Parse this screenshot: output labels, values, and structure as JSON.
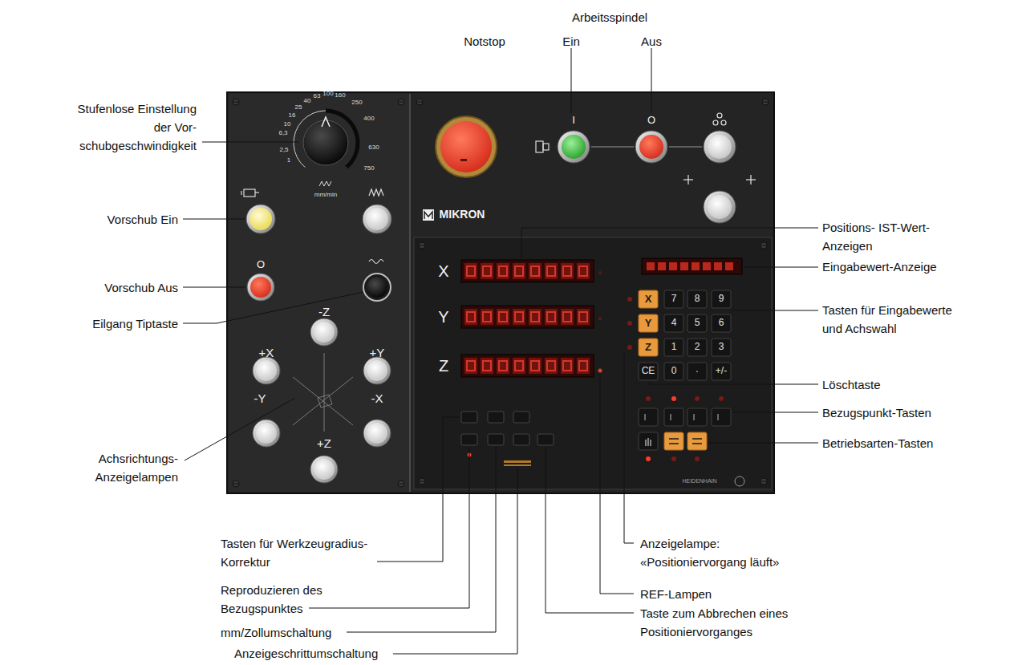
{
  "diagram": {
    "labels": [
      "Notstop",
      "Arbeitsspindel",
      "Ein",
      "Aus",
      "Stufenlose Einstellung der Vor- schubgeschwindigkeit",
      "Vorschub Ein",
      "Vorschub Aus",
      "Eilgang Tiptaste",
      "Achsrichtungs- Anzeigelampen",
      "Positions- IST-Wert-Anzeigen",
      "Eingabewert-Anzeige",
      "Tasten für Eingabewerte und Achswahl",
      "Löschtaste",
      "Bezugspunkt-Tasten",
      "Betriebsarten-Tasten",
      "Tasten für Werkzeugradius-Korrektur",
      "Reproduzieren des Bezugspunktes",
      "mm/Zollumschaltung",
      "Anzeigeschrittumschaltung",
      "Anzeigelampe: «Positioniervorgang läuft»",
      "REF-Lampen",
      "Taste zum Abbrechen eines Positioniervorganges",
      "MIKRON",
      "X",
      "Y",
      "Z",
      "X",
      "7",
      "8",
      "9",
      "Y",
      "4",
      "5",
      "6",
      "Z",
      "1",
      "2",
      "3",
      "CE",
      "0",
      ".",
      "+/-",
      "-Z",
      "+X",
      "+Y",
      "-Y",
      "-X",
      "+Z",
      "1",
      "2,5",
      "6,3",
      "10",
      "16",
      "25",
      "40",
      "63",
      "100",
      "160",
      "250",
      "400",
      "630",
      "750",
      "mm/min",
      "I",
      "O",
      "O",
      "HEIDENHAIN"
    ]
  }
}
